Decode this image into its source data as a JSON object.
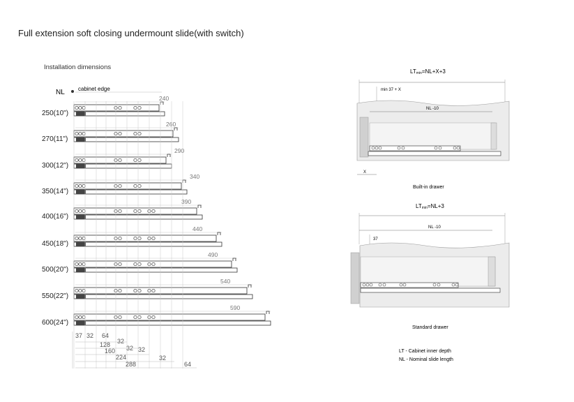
{
  "title": "Full extension soft closing undermount slide(with switch)",
  "left_diagram": {
    "subtitle": "Installation dimensions",
    "nl_label": "NL",
    "cabinet_edge_label": "cabinet edge",
    "slides": [
      {
        "size": "250(10\")",
        "dim": "240"
      },
      {
        "size": "270(11\")",
        "dim": "260"
      },
      {
        "size": "300(12\")",
        "dim": "290"
      },
      {
        "size": "350(14\")",
        "dim": "340"
      },
      {
        "size": "400(16\")",
        "dim": "390"
      },
      {
        "size": "450(18\")",
        "dim": "440"
      },
      {
        "size": "500(20\")",
        "dim": "490"
      },
      {
        "size": "550(22\")",
        "dim": "540"
      },
      {
        "size": "600(24\")",
        "dim": "590"
      }
    ],
    "hole_dims": {
      "row1": [
        "37",
        "32",
        "64"
      ],
      "row2": [
        "128",
        "32"
      ],
      "row3": [
        "160",
        "32"
      ],
      "row4": [
        "224",
        "32"
      ],
      "row5": [
        "288",
        "32",
        "64"
      ]
    }
  },
  "builtin_drawer": {
    "formula_lt": "LT",
    "formula_min": "min",
    "formula_rest": "=NL+X+3",
    "min_label": "min 37 + X",
    "nl_label": "NL -10",
    "x_label": "X",
    "caption": "Built-in drawer"
  },
  "standard_drawer": {
    "formula_lt": "LT",
    "formula_min": "min",
    "formula_rest": "=NL+3",
    "nl_label": "NL -10",
    "dim_37": "37",
    "caption": "Standard drawer"
  },
  "legend": {
    "lt": "LT - Cabinet inner depth",
    "nl": "NL - Nominal slide length"
  }
}
